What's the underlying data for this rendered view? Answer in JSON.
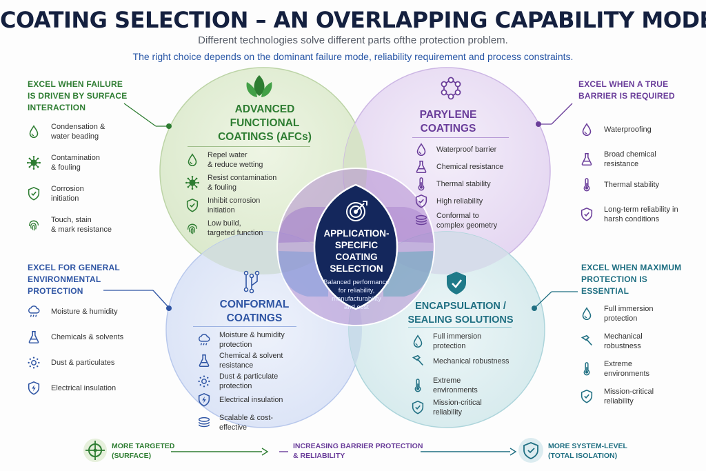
{
  "header": {
    "title": "COATING SELECTION – AN OVERLAPPING CAPABILITY MODEL",
    "subtitle": "Different technologies solve different parts ofthe protection problem.",
    "tagline": "The right choice depends on the dominant failure mode, reliability requirement and process constraints."
  },
  "colors": {
    "green": "#2e7d32",
    "purple": "#6a3d9a",
    "blue": "#2f55a4",
    "teal": "#1f6f82",
    "navy": "#14275c"
  },
  "circles": {
    "afc": {
      "title_lines": [
        "ADVANCED",
        "FUNCTIONAL",
        "COATINGS (AFCs)"
      ],
      "icon": "leaf-icon",
      "items": [
        {
          "icon": "droplet-icon",
          "lines": [
            "Repel water",
            "& reduce wetting"
          ]
        },
        {
          "icon": "virus-icon",
          "lines": [
            "Resist contamination",
            "& fouling"
          ]
        },
        {
          "icon": "shield-check-icon",
          "lines": [
            "Inhibit corrosion",
            "initiation"
          ]
        },
        {
          "icon": "fingerprint-icon",
          "lines": [
            "Low build,",
            "targeted function"
          ]
        }
      ]
    },
    "parylene": {
      "title_lines": [
        "PARYLENE",
        "COATINGS"
      ],
      "icon": "molecule-icon",
      "items": [
        {
          "icon": "droplet-icon",
          "lines": [
            "Waterproof barrier"
          ]
        },
        {
          "icon": "flask-icon",
          "lines": [
            "Chemical resistance"
          ]
        },
        {
          "icon": "thermometer-icon",
          "lines": [
            "Thermal stability"
          ]
        },
        {
          "icon": "shield-check-icon",
          "lines": [
            "High reliability"
          ]
        },
        {
          "icon": "layers-icon",
          "lines": [
            "Conformal to",
            "complex geometry"
          ]
        }
      ]
    },
    "conformal": {
      "title_lines": [
        "CONFORMAL",
        "COATINGS"
      ],
      "icon": "circuit-icon",
      "items": [
        {
          "icon": "cloud-rain-icon",
          "lines": [
            "Moisture & humidity",
            "protection"
          ]
        },
        {
          "icon": "flask-icon",
          "lines": [
            "Chemical & solvent",
            "resistance"
          ]
        },
        {
          "icon": "dust-icon",
          "lines": [
            "Dust & particulate",
            "protection"
          ]
        },
        {
          "icon": "shield-bolt-icon",
          "lines": [
            "Electrical insulation"
          ]
        },
        {
          "icon": "layers-icon",
          "lines": [
            "Scalable & cost-",
            "effective"
          ]
        }
      ]
    },
    "encapsulation": {
      "title_lines": [
        "ENCAPSULATION /",
        "SEALING SOLUTIONS"
      ],
      "icon": "shield-check-icon",
      "items": [
        {
          "icon": "droplet-icon",
          "lines": [
            "Full immersion",
            "protection"
          ]
        },
        {
          "icon": "hammer-icon",
          "lines": [
            "Mechanical robustness"
          ]
        },
        {
          "icon": "thermometer-icon",
          "lines": [
            "Extreme",
            "environments"
          ]
        },
        {
          "icon": "shield-check-icon",
          "lines": [
            "Mission-critical",
            "reliability"
          ]
        }
      ]
    }
  },
  "center": {
    "icon": "target-icon",
    "title_lines": [
      "APPLICATION-",
      "SPECIFIC",
      "COATING",
      "SELECTION"
    ],
    "sub_lines": [
      "Balanced performance",
      "for reliability,",
      "manufacturability",
      "and cost"
    ]
  },
  "side": {
    "left_top": {
      "heading_lines": [
        "EXCEL WHEN FAILURE",
        "IS DRIVEN BY SURFACE",
        "INTERACTION"
      ],
      "items": [
        {
          "icon": "droplet-icon",
          "lines": [
            "Condensation &",
            "water beading"
          ]
        },
        {
          "icon": "virus-icon",
          "lines": [
            "Contamination",
            "& fouling"
          ]
        },
        {
          "icon": "shield-check-icon",
          "lines": [
            "Corrosion",
            "initiation"
          ]
        },
        {
          "icon": "fingerprint-icon",
          "lines": [
            "Touch, stain",
            "& mark resistance"
          ]
        }
      ]
    },
    "right_top": {
      "heading_lines": [
        "EXCEL WHEN A TRUE",
        "BARRIER IS REQUIRED"
      ],
      "items": [
        {
          "icon": "droplet-icon",
          "lines": [
            "Waterproofing"
          ]
        },
        {
          "icon": "flask-icon",
          "lines": [
            "Broad chemical",
            "resistance"
          ]
        },
        {
          "icon": "thermometer-icon",
          "lines": [
            "Thermal stability"
          ]
        },
        {
          "icon": "shield-check-icon",
          "lines": [
            "Long-term reliability in",
            "harsh conditions"
          ]
        }
      ]
    },
    "left_bottom": {
      "heading_lines": [
        "EXCEL FOR GENERAL",
        "ENVIRONMENTAL",
        "PROTECTION"
      ],
      "items": [
        {
          "icon": "cloud-rain-icon",
          "lines": [
            "Moisture & humidity"
          ]
        },
        {
          "icon": "flask-icon",
          "lines": [
            "Chemicals & solvents"
          ]
        },
        {
          "icon": "dust-icon",
          "lines": [
            "Dust & particulates"
          ]
        },
        {
          "icon": "shield-bolt-icon",
          "lines": [
            "Electrical insulation"
          ]
        }
      ]
    },
    "right_bottom": {
      "heading_lines": [
        "EXCEL WHEN MAXIMUM",
        "PROTECTION IS",
        "ESSENTIAL"
      ],
      "items": [
        {
          "icon": "droplet-icon",
          "lines": [
            "Full immersion",
            "protection"
          ]
        },
        {
          "icon": "hammer-icon",
          "lines": [
            "Mechanical",
            "robustness"
          ]
        },
        {
          "icon": "thermometer-icon",
          "lines": [
            "Extreme",
            "environments"
          ]
        },
        {
          "icon": "shield-check-icon",
          "lines": [
            "Mission-critical",
            "reliability"
          ]
        }
      ]
    }
  },
  "bottom": {
    "left_lines": [
      "MORE TARGETED",
      "(SURFACE)"
    ],
    "middle_lines": [
      "INCREASING BARRIER PROTECTION",
      "& RELIABILITY"
    ],
    "right_lines": [
      "MORE SYSTEM-LEVEL",
      "(TOTAL ISOLATION)"
    ]
  }
}
